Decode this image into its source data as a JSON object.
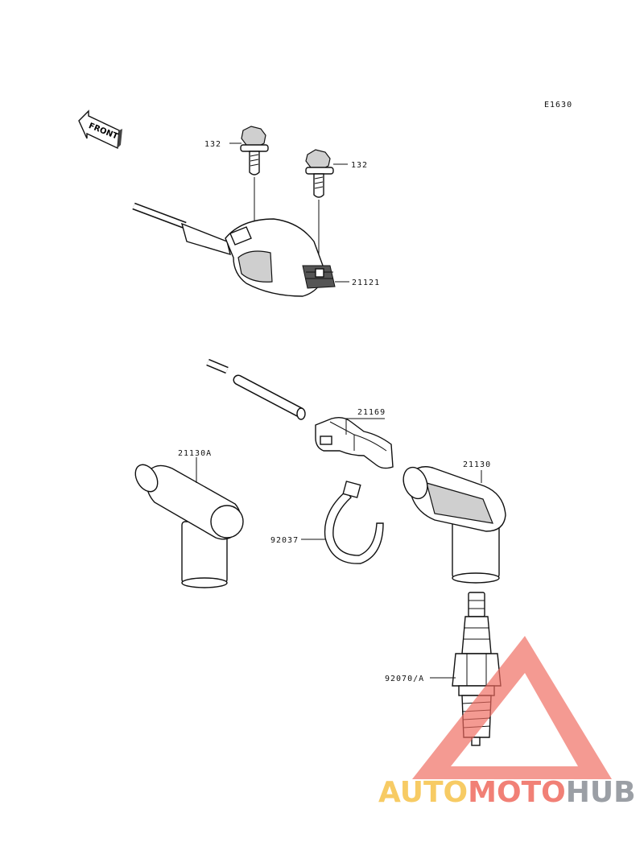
{
  "diagram_code": "E1630",
  "front_label": "FRONT",
  "callouts": {
    "bolt_left": "132",
    "bolt_right": "132",
    "ignition_coil": "21121",
    "clamp": "21169",
    "cap_a": "21130A",
    "band": "92037",
    "cap": "21130",
    "spark_plug": "92070/A"
  },
  "watermark": {
    "part1": "AUTO",
    "part2": "MOTO",
    "part3": "HUB",
    "colors": {
      "auto": "#f6c34a",
      "moto": "#ef6a5f",
      "hub": "#8a8f96",
      "triangle": "#ef6a5f"
    }
  }
}
